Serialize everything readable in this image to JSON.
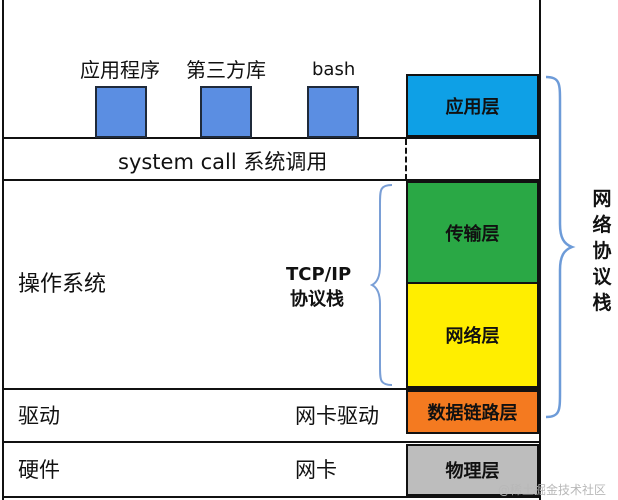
{
  "libraries": [
    "应用程序",
    "第三方库",
    "bash"
  ],
  "syscall_label": "system call 系统调用",
  "os_label": "操作系统",
  "tcpip_label": [
    "TCP/IP",
    "协议栈"
  ],
  "driver_label": "驱动",
  "nic_driver_label": "网卡驱动",
  "hardware_label": "硬件",
  "nic_label": "网卡",
  "layers": {
    "application": {
      "label": "应用层",
      "color": "#0ea0e6"
    },
    "transport": {
      "label": "传输层",
      "color": "#2aa845"
    },
    "network": {
      "label": "网络层",
      "color": "#ffee00"
    },
    "datalink": {
      "label": "数据链路层",
      "color": "#f47a20"
    },
    "physical": {
      "label": "物理层",
      "color": "#bdbdbd"
    }
  },
  "stack_label": "网络协议栈",
  "watermark": "@稀土掘金技术社区"
}
